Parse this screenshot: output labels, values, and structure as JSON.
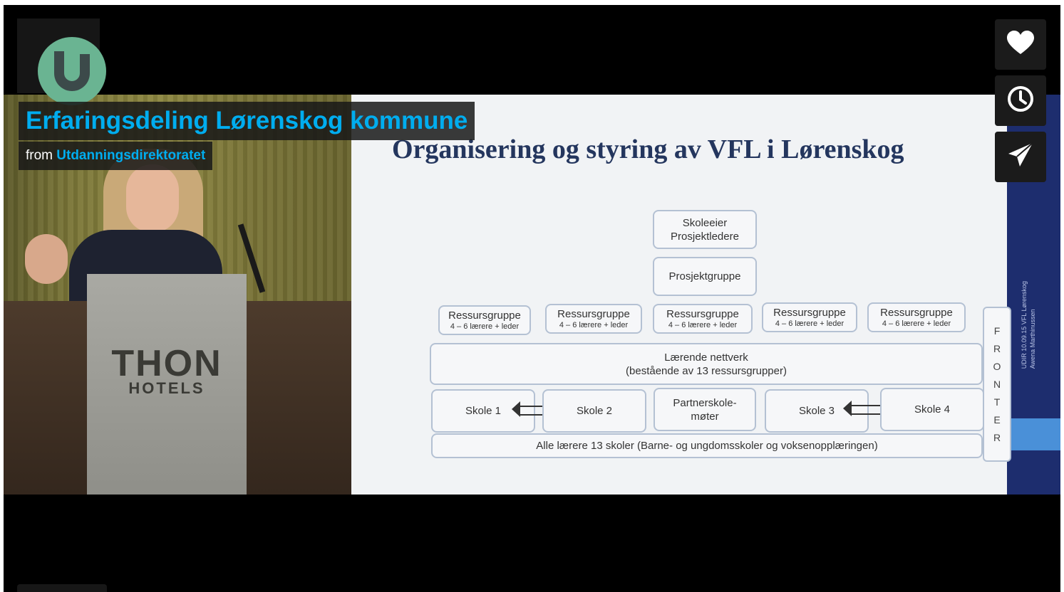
{
  "video": {
    "title": "Erfaringsdeling Lørenskog kommune",
    "byline_prefix": "from",
    "channel": "Utdanningsdirektoratet",
    "logo_icon": "utdanningsdirektoratet-logo"
  },
  "actions": [
    {
      "name": "like",
      "icon": "heart-icon"
    },
    {
      "name": "watch-later",
      "icon": "clock-icon"
    },
    {
      "name": "share",
      "icon": "paper-plane-icon"
    }
  ],
  "stage": {
    "podium_brand": "THON",
    "podium_sub": "HOTELS"
  },
  "slide": {
    "title": "Organisering og styring av VFL i Lørenskog",
    "top_box_line1": "Skoleeier",
    "top_box_line2": "Prosjektledere",
    "project_group": "Prosjektgruppe",
    "resource_groups": [
      {
        "label": "Ressursgruppe",
        "sub": "4 – 6 lærere + leder"
      },
      {
        "label": "Ressursgruppe",
        "sub": "4 – 6 lærere + leder"
      },
      {
        "label": "Ressursgruppe",
        "sub": "4 – 6 lærere + leder"
      },
      {
        "label": "Ressursgruppe",
        "sub": "4 – 6 lærere + leder"
      },
      {
        "label": "Ressursgruppe",
        "sub": "4 – 6 lærere + leder"
      }
    ],
    "network_line1": "Lærende nettverk",
    "network_line2": "(bestående av 13 ressursgrupper)",
    "schools": [
      "Skole 1",
      "Skole 2",
      "Partnerskole-møter",
      "Skole 3",
      "Skole 4"
    ],
    "partner_line1": "Partnerskole-",
    "partner_line2": "møter",
    "all_teachers": "Alle lærere 13 skoler (Barne- og ungdomsskoler og voksenopplæringen)",
    "fronter_letters": [
      "F",
      "R",
      "O",
      "N",
      "T",
      "E",
      "R"
    ],
    "sidebar_text_line1": "UDIR 10.09.15 VFL Lørenskog",
    "sidebar_text_line2": "Awena Marthinussen"
  },
  "colors": {
    "accent": "#00adef",
    "slide_bar": "#1d2d6e",
    "slide_title": "#24365e",
    "logo_green": "#6ab492"
  }
}
